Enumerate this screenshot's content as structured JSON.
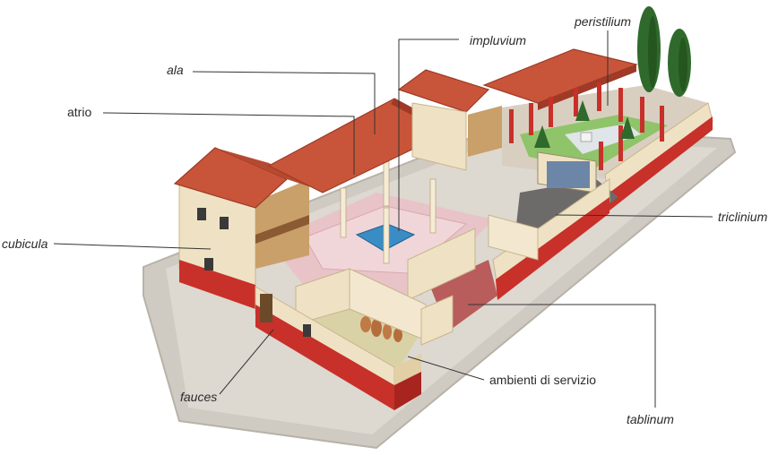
{
  "labels": {
    "ala": "ala",
    "atrio": "atrio",
    "impluvium": "impluvium",
    "peristilium": "peristilium",
    "cubicula": "cubicula",
    "triclinium": "triclinium",
    "fauces": "fauces",
    "ambienti": "ambienti di servizio",
    "tablinum": "tablinum"
  },
  "colors": {
    "roof": "#c8553a",
    "roof_dark": "#9e3a26",
    "wall": "#efe2c4",
    "wall_shade": "#e2cfa6",
    "plinth": "#c8302a",
    "floor": "#e8c3c8",
    "garden": "#8fc46a",
    "pool": "#3a8cc4",
    "ground": "#cfcac2",
    "cypress": "#2f6a2c",
    "leader": "#333333"
  }
}
